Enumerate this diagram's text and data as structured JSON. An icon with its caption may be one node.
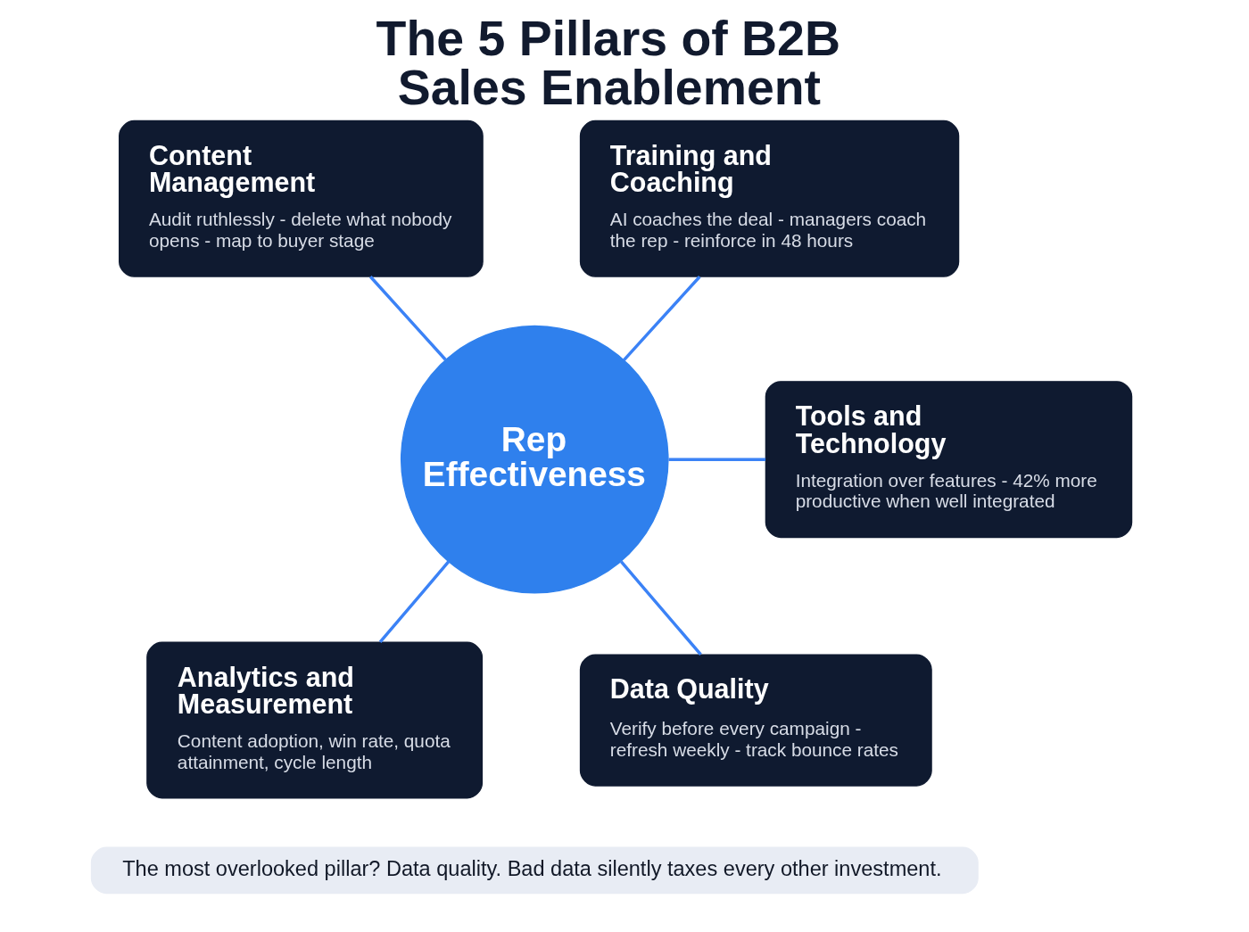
{
  "diagram": {
    "title": "The 5 Pillars of B2B Sales Enablement",
    "nodes": [
      {
        "text": [
          "Content Management",
          "Audit ruthlessly - delete what nobody opens - map to buyer stage"
        ]
      },
      {
        "text": [
          "Training and Coaching",
          "AI coaches the deal - managers coach the rep - reinforce in 48 hours"
        ]
      },
      {
        "text": [
          "Rep Effectiveness"
        ]
      },
      {
        "text": [
          "Tools and Technology",
          "Integration over features - 42% more productive when well integrated"
        ]
      },
      {
        "text": [
          "Analytics and Measurement",
          "Content adoption, win rate, quota attainment, cycle length"
        ]
      },
      {
        "text": [
          "Data Quality",
          "Verify before every campaign - refresh weekly - track bounce rates"
        ]
      },
      {
        "text": [
          "The most overlooked pillar? Data quality. Bad data silently taxes every other investment."
        ]
      }
    ],
    "edges": [
      {
        "from": 0,
        "to": 2,
        "arrow": "none"
      },
      {
        "from": 1,
        "to": 2,
        "arrow": "none"
      },
      {
        "from": 2,
        "to": 3,
        "arrow": "none"
      },
      {
        "from": 2,
        "to": 4,
        "arrow": "none"
      },
      {
        "from": 2,
        "to": 5,
        "arrow": "none"
      }
    ]
  }
}
